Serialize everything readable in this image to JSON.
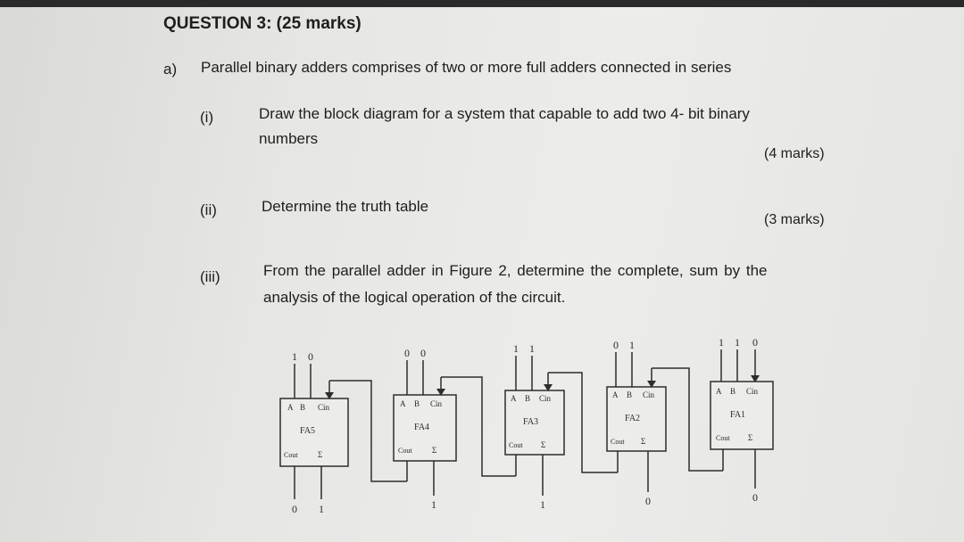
{
  "question": {
    "title": "QUESTION 3: (25 marks)",
    "part_a": {
      "label": "a)",
      "intro": "Parallel binary adders comprises of two or more full adders connected in series",
      "items": [
        {
          "label": "(i)",
          "text_line1": "Draw the block diagram for a system that capable to add two 4- bit binary",
          "text_line2": "numbers",
          "marks": "(4 marks)"
        },
        {
          "label": "(ii)",
          "text_line1": "Determine the truth table",
          "marks": "(3 marks)"
        },
        {
          "label": "(iii)",
          "text_line1": "From the parallel adder in Figure 2, determine the complete, sum by the",
          "text_line2": "analysis of the logical operation of the circuit."
        }
      ]
    }
  },
  "figure": {
    "pin_labels": {
      "a": "A",
      "b": "B",
      "cin": "Cin",
      "cout": "Cout",
      "sum": "Σ"
    },
    "adders": [
      {
        "name": "FA5",
        "a": "1",
        "b": "0",
        "cout_out": "0",
        "sum_out": "1"
      },
      {
        "name": "FA4",
        "a": "0",
        "b": "0",
        "sum_out": "1"
      },
      {
        "name": "FA3",
        "a": "1",
        "b": "1",
        "sum_out": "1"
      },
      {
        "name": "FA2",
        "a": "0",
        "b": "1",
        "sum_out": "0"
      },
      {
        "name": "FA1",
        "a": "1",
        "b": "1",
        "cin": "0",
        "sum_out": "0"
      }
    ]
  }
}
